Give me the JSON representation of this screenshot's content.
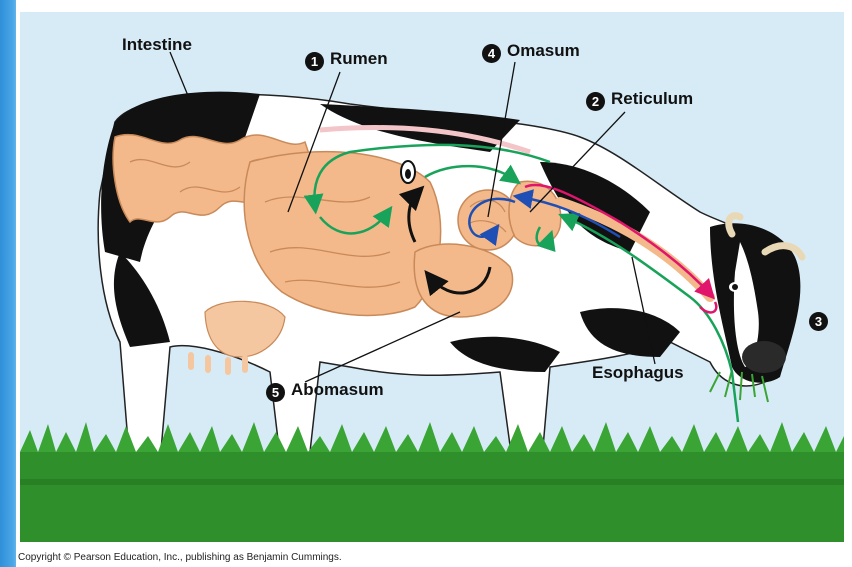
{
  "diagram": {
    "labels": {
      "intestine": "Intestine",
      "rumen": {
        "number": "1",
        "text": "Rumen"
      },
      "reticulum": {
        "number": "2",
        "text": "Reticulum"
      },
      "mouth": {
        "number": "3"
      },
      "omasum": {
        "number": "4",
        "text": "Omasum"
      },
      "abomasum": {
        "number": "5",
        "text": "Abomasum"
      },
      "esophagus": "Esophagus"
    },
    "colors": {
      "sky": "#d7ebf7",
      "grass": "#2f8f2a",
      "cow_black": "#111111",
      "organ": "#f3b98a",
      "organ_outline": "#c98a5a",
      "arrow_green": "#19a35a",
      "arrow_blue": "#1f4fb5",
      "arrow_pink": "#e0156b",
      "arrow_black": "#111111"
    }
  },
  "footer": {
    "copyright": "Copyright © Pearson Education, Inc., publishing as Benjamin Cummings."
  }
}
